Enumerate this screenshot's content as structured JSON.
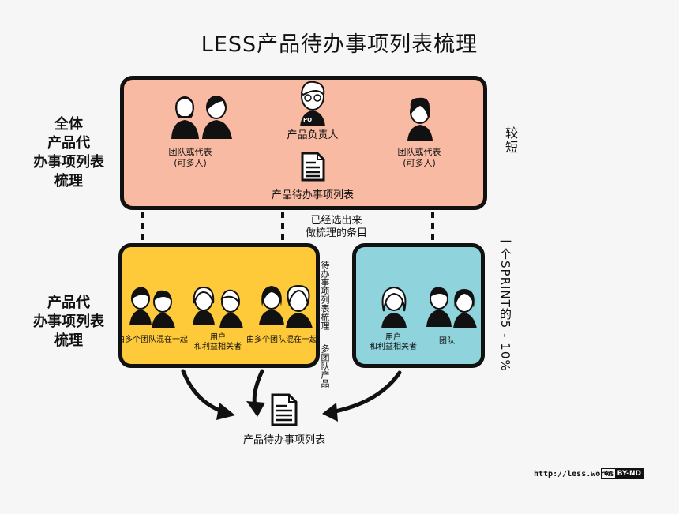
{
  "title": "LESS产品待办事项列表梳理",
  "left_labels": {
    "whole": [
      "全体",
      "产品代",
      "办事项列表",
      "梳理"
    ],
    "team": [
      "产品代",
      "办事项列表",
      "梳理"
    ]
  },
  "top_box": {
    "team_rep_left": [
      "团队或代表",
      "(可多人)"
    ],
    "product_owner": "产品负责人",
    "team_rep_right": [
      "团队或代表",
      "(可多人)"
    ],
    "backlog": "产品待办事项列表",
    "po_badge": "PO"
  },
  "right_labels": {
    "short": "较短",
    "sprint": "一个SPRINT的5 - 10%"
  },
  "mid_note": [
    "已经选出来",
    "做梳理的条目"
  ],
  "yellow_box": {
    "group_left": "由多个团队混在一起",
    "users": [
      "用户",
      "和利益相关者"
    ],
    "group_right": "由多个团队混在一起",
    "vertical_note": [
      "多团队产品",
      "待办事项列表梳理"
    ]
  },
  "teal_box": {
    "users": [
      "用户",
      "和利益相关者"
    ],
    "team": "团队"
  },
  "bottom_label": "产品待办事项列表",
  "footer": {
    "url": "http://less.works",
    "license_cc": "cc",
    "license": "BY-ND"
  },
  "colors": {
    "pink": "#f9baa3",
    "yellow": "#ffca3a",
    "teal": "#8fd3dc"
  }
}
